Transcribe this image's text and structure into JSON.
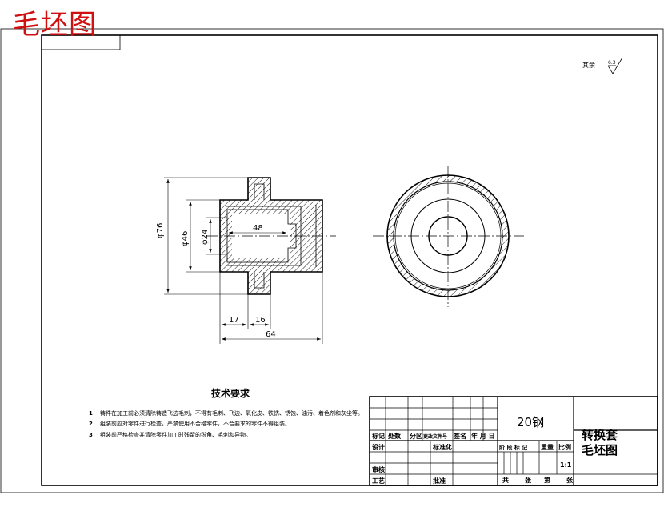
{
  "caption": "毛坯图",
  "roughness": {
    "label": "其余",
    "value": "6.3"
  },
  "dimensions": {
    "d76": "φ76",
    "d46": "φ46",
    "d24": "φ24",
    "len48": "48",
    "len17": "17",
    "len16": "16",
    "len64": "64"
  },
  "requirements": {
    "title": "技术要求",
    "items": [
      {
        "num": "1",
        "text": "铸件在加工前必须清除铸造飞边毛刺，不得有毛刺、飞边、氧化皮、铁锈、锈蚀、油污、着色剂和灰尘等。"
      },
      {
        "num": "2",
        "text": "组装前应对零件进行检查，严禁使用不合格零件，不合要求的零件不得组装。"
      },
      {
        "num": "3",
        "text": "组装前严格检查并清除零件加工时残留的锐角、毛刺和异物。"
      }
    ]
  },
  "title_block": {
    "material": "20钢",
    "part_name_1": "转换套",
    "part_name_2": "毛坯图",
    "scale": "1:1",
    "labels": {
      "mark": "标记",
      "count": "处数",
      "zone": "分区",
      "doc_no": "更改文件号",
      "signature": "签名",
      "date": "年 月 日",
      "design": "设计",
      "standardize": "标准化",
      "stage_mark": "阶 段 标 记",
      "weight": "重量",
      "scale_label": "比例",
      "review": "审核",
      "process": "工艺",
      "approve": "批准",
      "sheet_total": "共",
      "sheet_unit": "张",
      "sheet_no": "第",
      "sheet_unit2": "张"
    }
  }
}
